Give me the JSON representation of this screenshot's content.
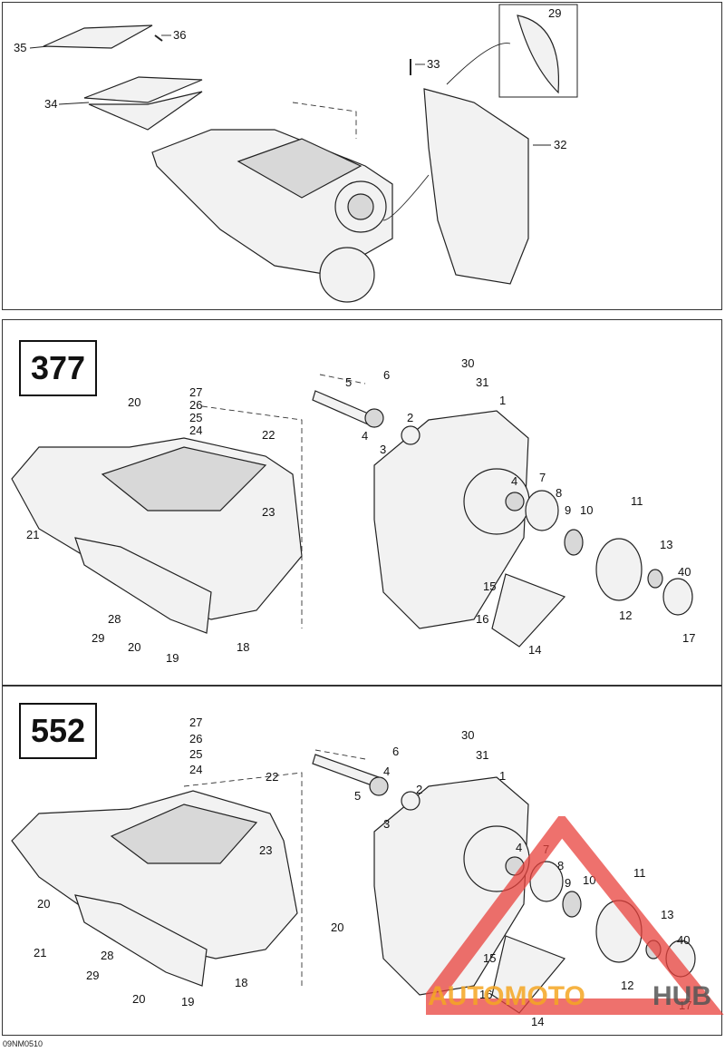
{
  "drawing_code": "09NM0510",
  "panels": {
    "top": {
      "labels": [
        "29",
        "33",
        "32",
        "35",
        "36",
        "34"
      ]
    },
    "p377": {
      "model": "377",
      "labels": [
        "30",
        "31",
        "5",
        "6",
        "1",
        "2",
        "3",
        "4",
        "4",
        "7",
        "8",
        "9",
        "10",
        "11",
        "13",
        "40",
        "12",
        "17",
        "15",
        "16",
        "14",
        "27",
        "26",
        "25",
        "24",
        "22",
        "20",
        "23",
        "21",
        "28",
        "29",
        "20",
        "19",
        "18"
      ]
    },
    "p552": {
      "model": "552",
      "labels": [
        "30",
        "31",
        "6",
        "1",
        "4",
        "5",
        "2",
        "3",
        "4",
        "7",
        "8",
        "9",
        "10",
        "11",
        "13",
        "40",
        "12",
        "17",
        "15",
        "16",
        "14",
        "27",
        "26",
        "25",
        "24",
        "22",
        "23",
        "20",
        "20",
        "21",
        "28",
        "29",
        "20",
        "19",
        "18"
      ]
    }
  },
  "watermark": {
    "brand_left": "AUTOMOTO",
    "brand_right": "HUB",
    "colors": {
      "triangle": "#e8413c",
      "left": "#f5a623",
      "right": "#555555"
    }
  }
}
